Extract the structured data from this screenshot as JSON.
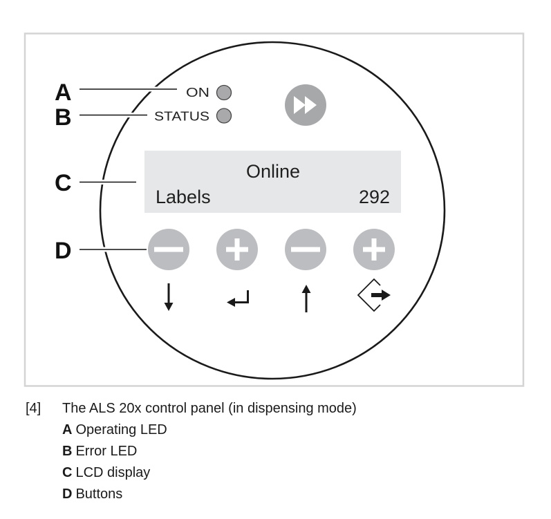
{
  "figure": {
    "callouts": {
      "a": "A",
      "b": "B",
      "c": "C",
      "d": "D"
    },
    "leds": {
      "on_label": "ON",
      "status_label": "STATUS"
    },
    "lcd": {
      "line1": "Online",
      "line2_label": "Labels",
      "line2_value": "292"
    },
    "buttons": [
      {
        "symbol": "minus",
        "function_icon": "arrow-down"
      },
      {
        "symbol": "plus",
        "function_icon": "enter"
      },
      {
        "symbol": "minus",
        "function_icon": "arrow-up"
      },
      {
        "symbol": "plus",
        "function_icon": "exit"
      }
    ],
    "feed_button_icon": "fast-forward",
    "colors": {
      "frame": "#d4d4d4",
      "lcd_background": "#e6e7e8",
      "button_fill": "#bcbdc0",
      "feed_button_fill": "#a7a8aa",
      "led_fill": "#a9a9ab"
    }
  },
  "caption": {
    "number": "[4]",
    "title": "The ALS 20x control panel (in dispensing mode)",
    "legend": [
      {
        "key": "A",
        "text": "Operating LED"
      },
      {
        "key": "B",
        "text": "Error LED"
      },
      {
        "key": "C",
        "text": "LCD display"
      },
      {
        "key": "D",
        "text": "Buttons"
      }
    ]
  }
}
